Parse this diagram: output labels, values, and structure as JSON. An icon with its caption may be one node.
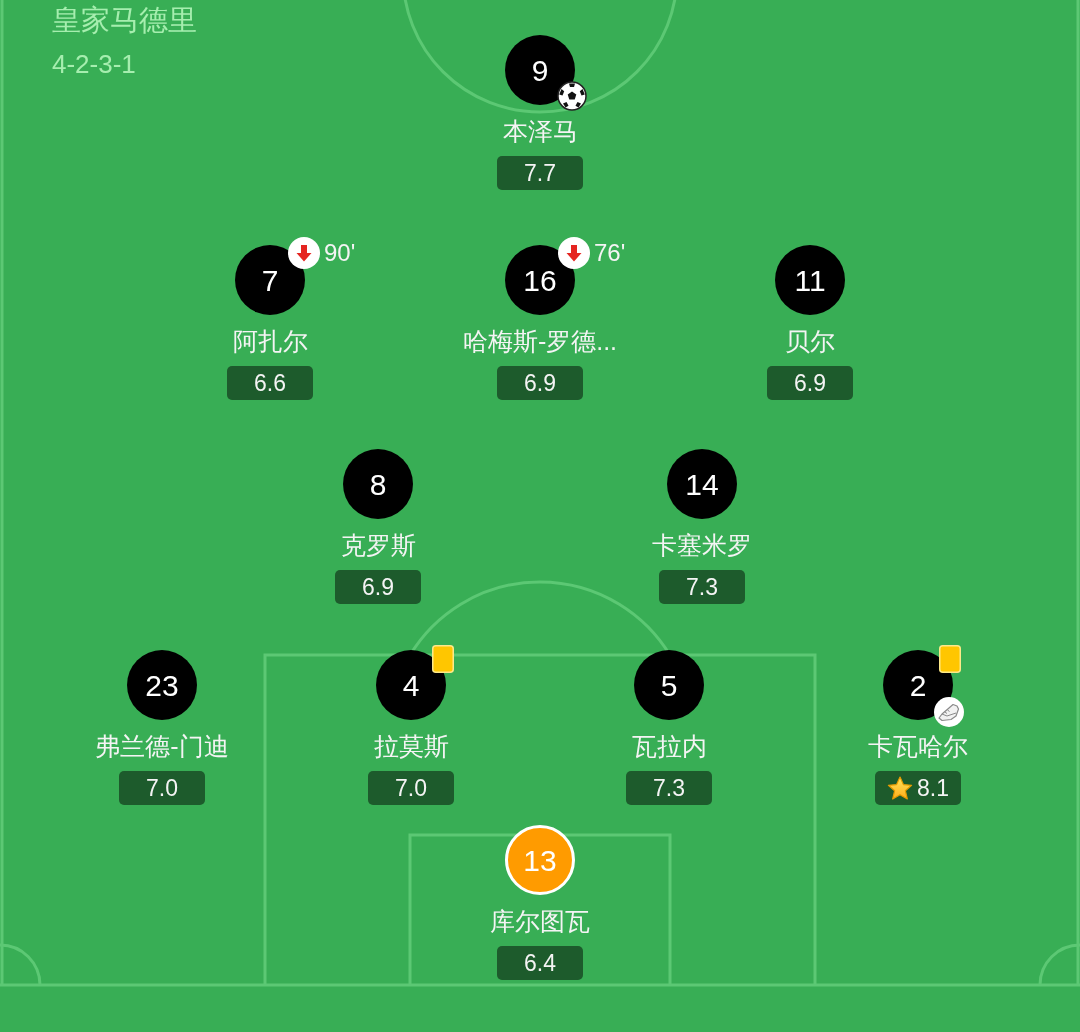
{
  "diagram": {
    "title": "皇家马德里",
    "nodes": [
      {
        "text": [
          "9"
        ],
        "beside": [
          "本泽马",
          "7.7"
        ]
      },
      {
        "text": [
          "7"
        ],
        "beside": [
          "阿扎尔",
          "6.6",
          "90'"
        ]
      },
      {
        "text": [
          "16"
        ],
        "beside": [
          "哈梅斯-罗德...",
          "6.9",
          "76'"
        ]
      },
      {
        "text": [
          "11"
        ],
        "beside": [
          "贝尔",
          "6.9"
        ]
      },
      {
        "text": [
          "8"
        ],
        "beside": [
          "克罗斯",
          "6.9"
        ]
      },
      {
        "text": [
          "14"
        ],
        "beside": [
          "卡塞米罗",
          "7.3"
        ]
      },
      {
        "text": [
          "23"
        ],
        "beside": [
          "弗兰德-门迪",
          "7.0"
        ]
      },
      {
        "text": [
          "4"
        ],
        "beside": [
          "拉莫斯",
          "7.0"
        ]
      },
      {
        "text": [
          "5"
        ],
        "beside": [
          "瓦拉内",
          "7.3"
        ]
      },
      {
        "text": [
          "2"
        ],
        "beside": [
          "卡瓦哈尔",
          "8.1"
        ]
      },
      {
        "text": [
          "13"
        ],
        "beside": [
          "库尔图瓦",
          "6.4"
        ]
      }
    ],
    "labels": [
      "4-2-3-1"
    ]
  }
}
